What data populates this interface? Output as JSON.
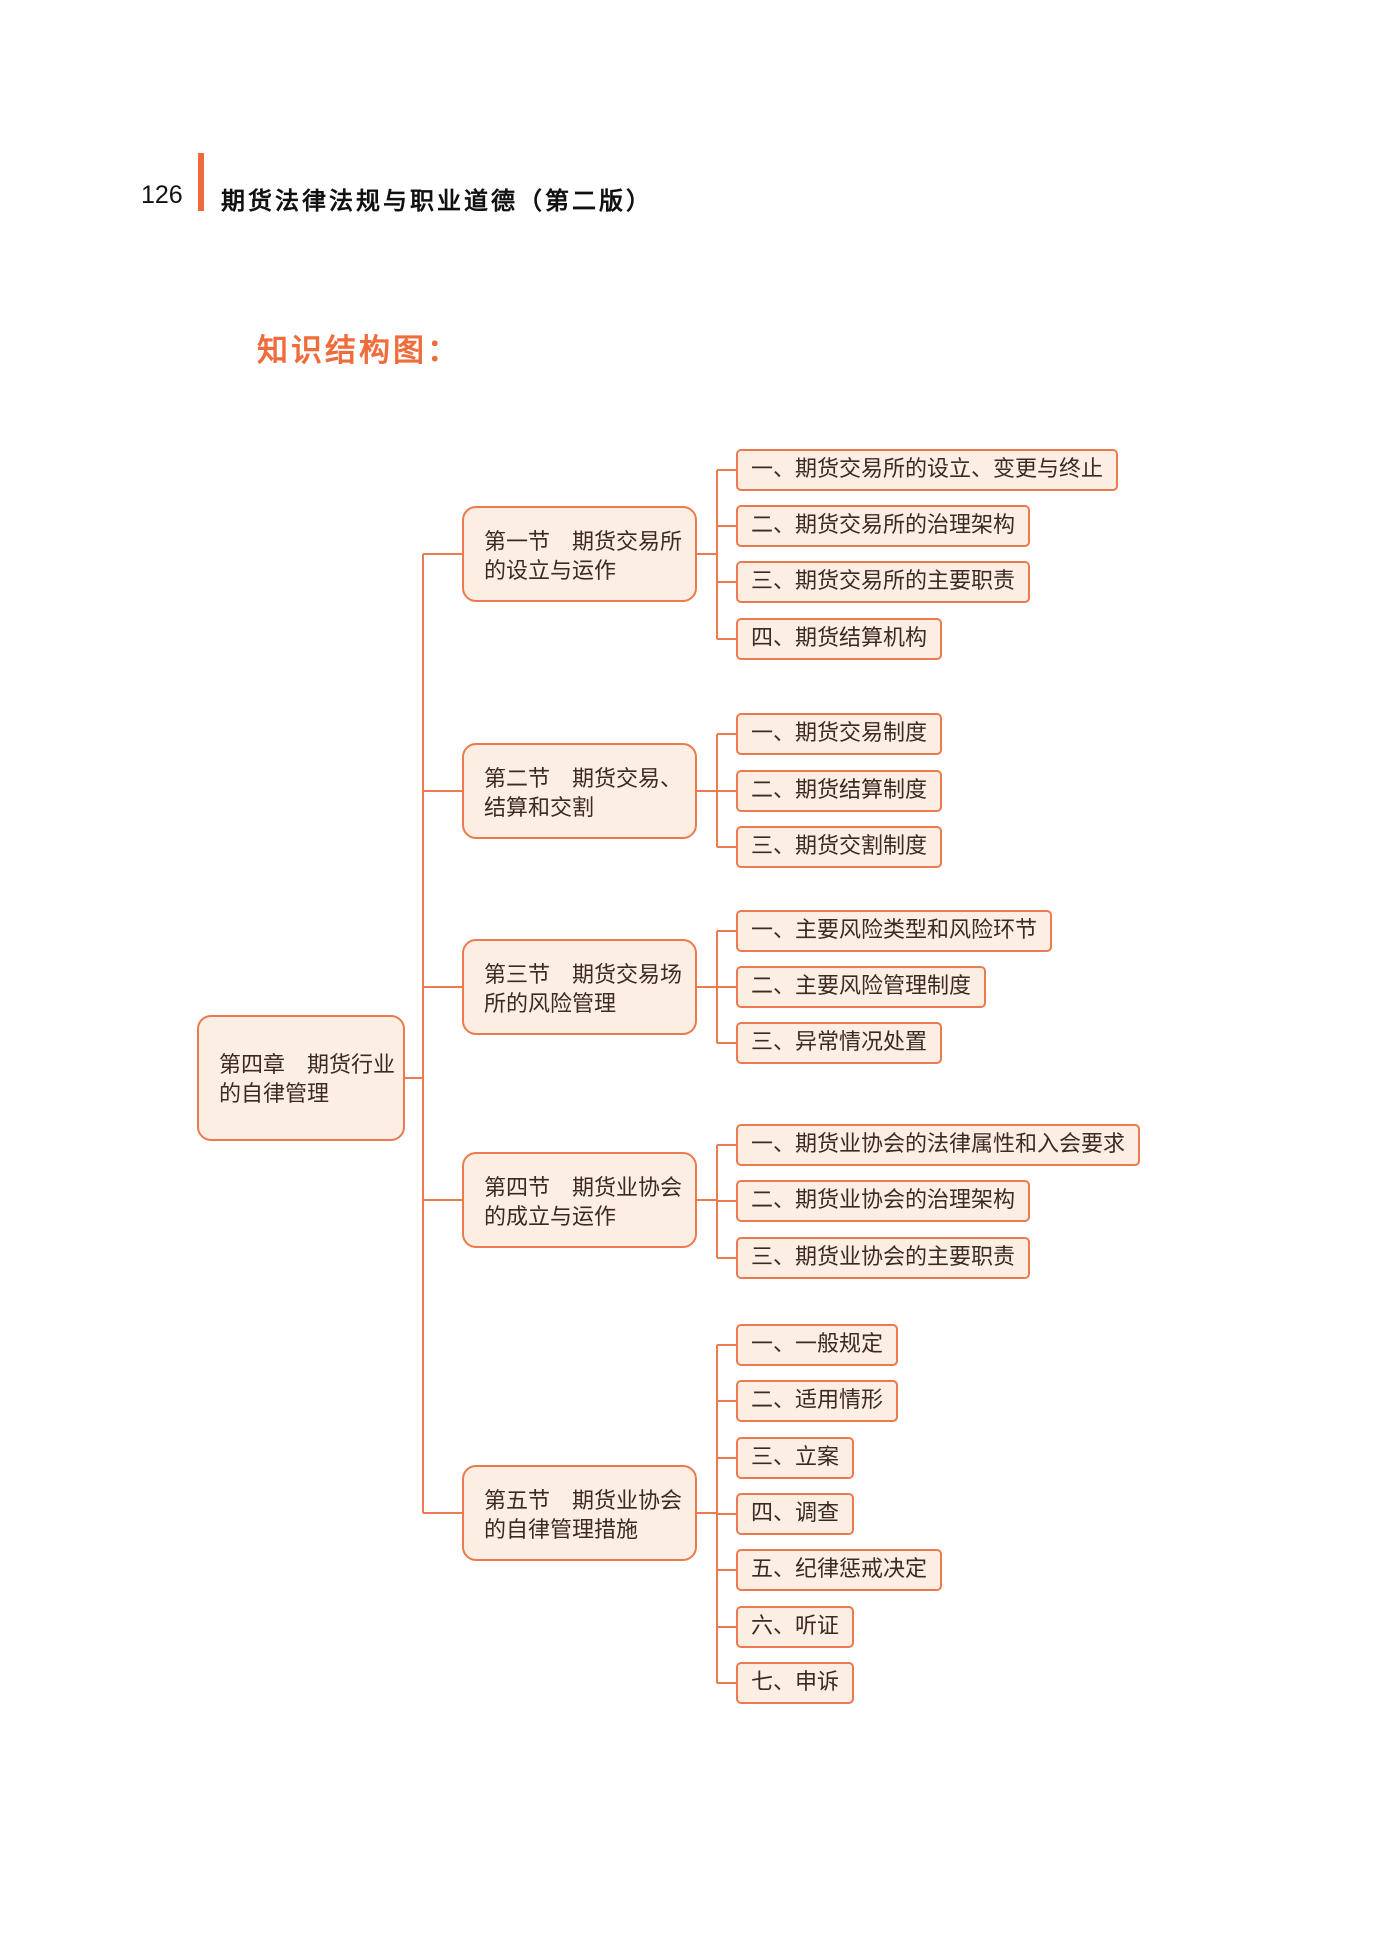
{
  "header": {
    "page_number": "126",
    "book_title": "期货法律法规与职业道德（第二版）"
  },
  "section_title": "知识结构图：",
  "colors": {
    "accent": "#ee6a3a",
    "box_fill": "#fdeee4",
    "box_border": "#ec7a4f"
  },
  "mindmap": {
    "root": {
      "line1": "第四章　期货行业",
      "line2": "的自律管理"
    },
    "sections": [
      {
        "line1": "第一节　期货交易所",
        "line2": "的设立与运作",
        "items": [
          "一、期货交易所的设立、变更与终止",
          "二、期货交易所的治理架构",
          "三、期货交易所的主要职责",
          "四、期货结算机构"
        ]
      },
      {
        "line1": "第二节　期货交易、",
        "line2": "结算和交割",
        "items": [
          "一、期货交易制度",
          "二、期货结算制度",
          "三、期货交割制度"
        ]
      },
      {
        "line1": "第三节　期货交易场",
        "line2": "所的风险管理",
        "items": [
          "一、主要风险类型和风险环节",
          "二、主要风险管理制度",
          "三、异常情况处置"
        ]
      },
      {
        "line1": "第四节　期货业协会",
        "line2": "的成立与运作",
        "items": [
          "一、期货业协会的法律属性和入会要求",
          "二、期货业协会的治理架构",
          "三、期货业协会的主要职责"
        ]
      },
      {
        "line1": "第五节　期货业协会",
        "line2": "的自律管理措施",
        "items": [
          "一、一般规定",
          "二、适用情形",
          "三、立案",
          "四、调查",
          "五、纪律惩戒决定",
          "六、听证",
          "七、申诉"
        ]
      }
    ]
  }
}
